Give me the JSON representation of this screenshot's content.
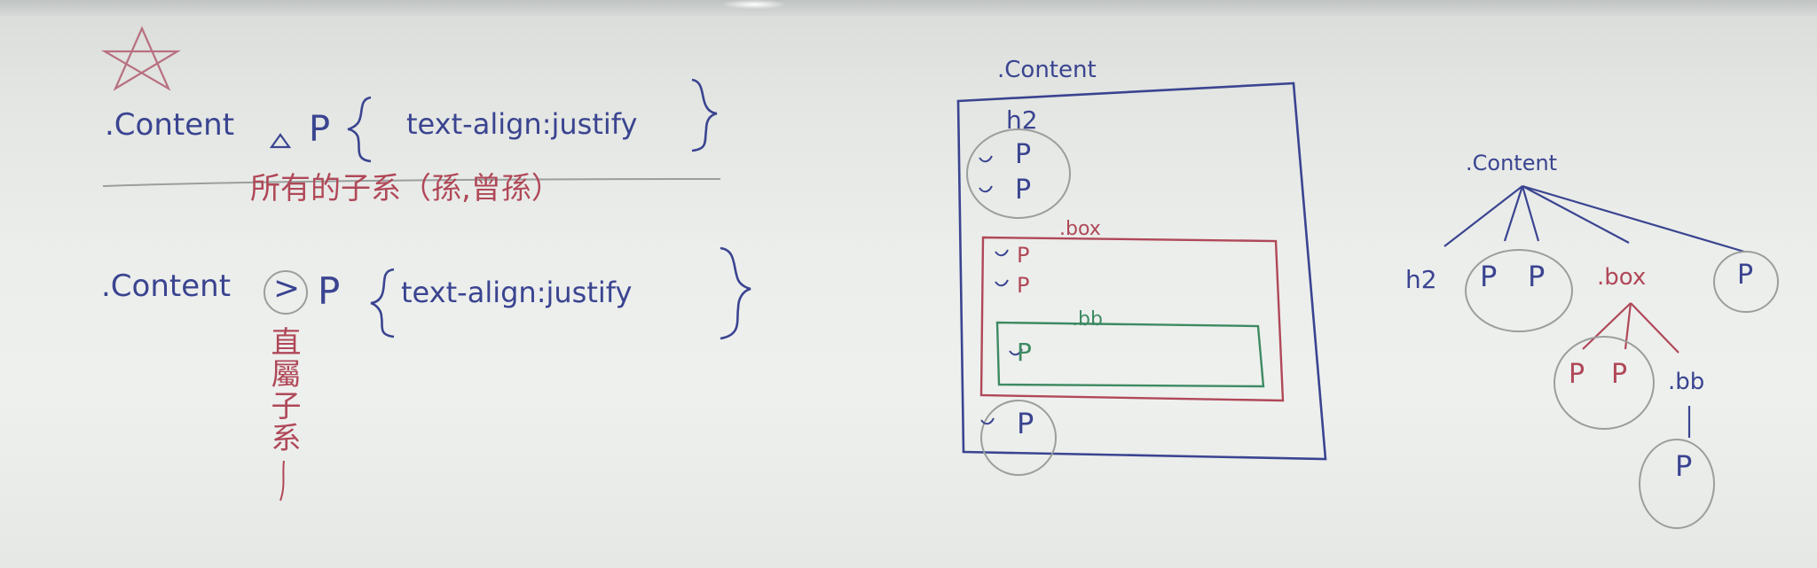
{
  "rule_descendant": {
    "selector": ".Content",
    "element": "P",
    "declaration": "text-align:justify",
    "note": "所有的子系（孫,曾孫）"
  },
  "rule_child": {
    "selector": ".Content",
    "combinator": ">",
    "element": "P",
    "declaration": "text-align:justify",
    "note": "直屬子系"
  },
  "box_diagram": {
    "title": ".Content",
    "h2": "h2",
    "p1": "P",
    "p2": "P",
    "box_title": ".box",
    "box_p1": "P",
    "box_p2": "P",
    "bb_title": ".bb",
    "bb_p": "P",
    "last_p": "P"
  },
  "tree": {
    "root": ".Content",
    "h2": "h2",
    "p1": "P",
    "p2": "P",
    "box": ".box",
    "p_last": "P",
    "box_p1": "P",
    "box_p2": "P",
    "bb": ".bb",
    "bb_p": "P"
  },
  "colors": {
    "blue_marker": "#3a4490",
    "red_marker": "#b04858",
    "green_marker": "#3d8a62",
    "grey_pencil": "#9a9e9c"
  }
}
